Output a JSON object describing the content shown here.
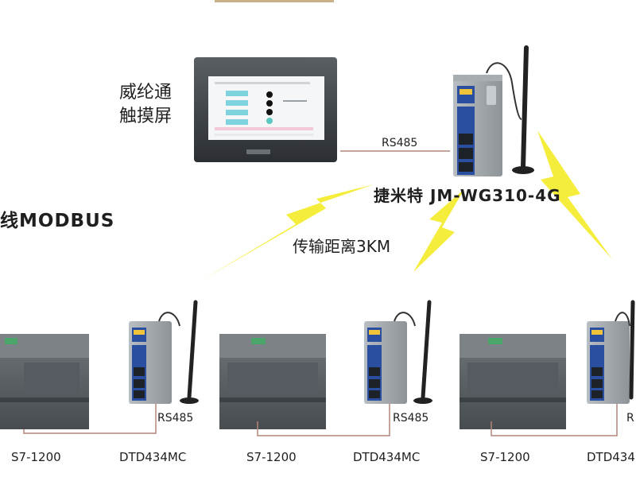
{
  "hmi": {
    "name_line1": "威纶通",
    "name_line2": "触摸屏"
  },
  "gateway": {
    "name": "捷米特 JM-WG310-4G",
    "link_label": "RS485"
  },
  "network": {
    "left_title": "线MODBUS",
    "distance": "传输距离3KM"
  },
  "stations": [
    {
      "plc_label": "S7-1200",
      "module_label": "DTD434MC",
      "link_label": "RS485"
    },
    {
      "plc_label": "S7-1200",
      "module_label": "DTD434MC",
      "link_label": "RS485"
    },
    {
      "plc_label": "S7-1200",
      "module_label": "DTD434",
      "link_label": "R"
    }
  ],
  "colors": {
    "lightning": "#f2ea1a",
    "wire": "#b3857a",
    "device_gray": "#9aa1a6",
    "device_dark": "#2f3438",
    "module_blue": "#2a4fa0",
    "plc_green": "#4aa66a"
  }
}
